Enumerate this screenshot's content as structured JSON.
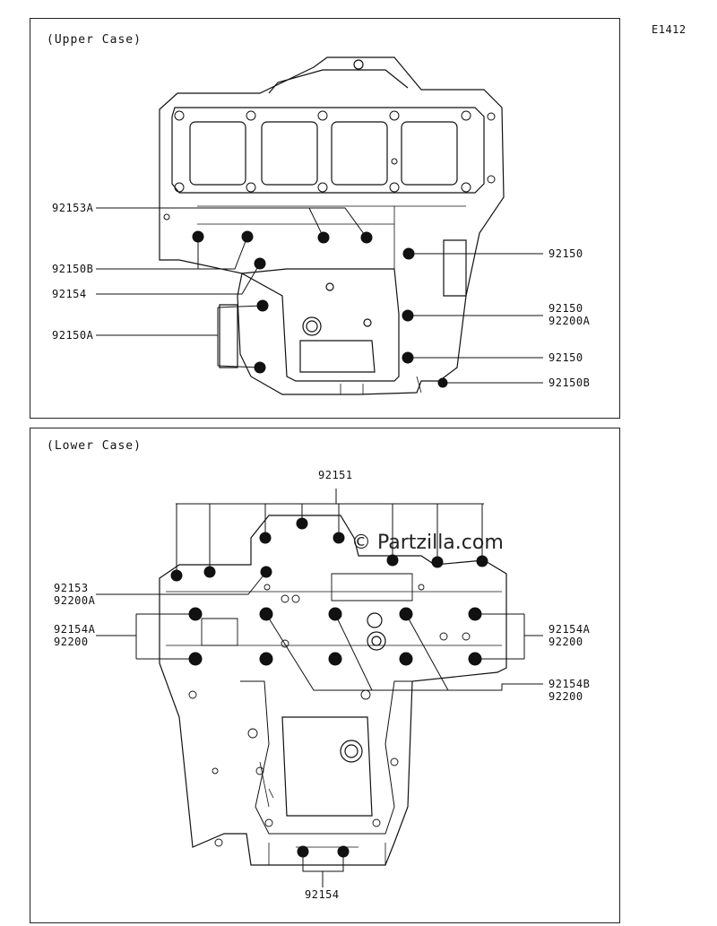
{
  "diagram_code": "E1412",
  "watermark": "© Partzilla.com",
  "upper": {
    "title": "(Upper Case)",
    "callouts": {
      "c1": "92153A",
      "c2": "92150B",
      "c3": "92154",
      "c4": "92150A",
      "c5": "92150",
      "c6a": "92150",
      "c6b": "92200A",
      "c7": "92150",
      "c8": "92150B"
    }
  },
  "lower": {
    "title": "(Lower Case)",
    "callouts": {
      "top": "92151",
      "l1a": "92153",
      "l1b": "92200A",
      "l2a": "92154A",
      "l2b": "92200",
      "r1a": "92154A",
      "r1b": "92200",
      "r2a": "92154B",
      "r2b": "92200",
      "bottom": "92154"
    }
  }
}
